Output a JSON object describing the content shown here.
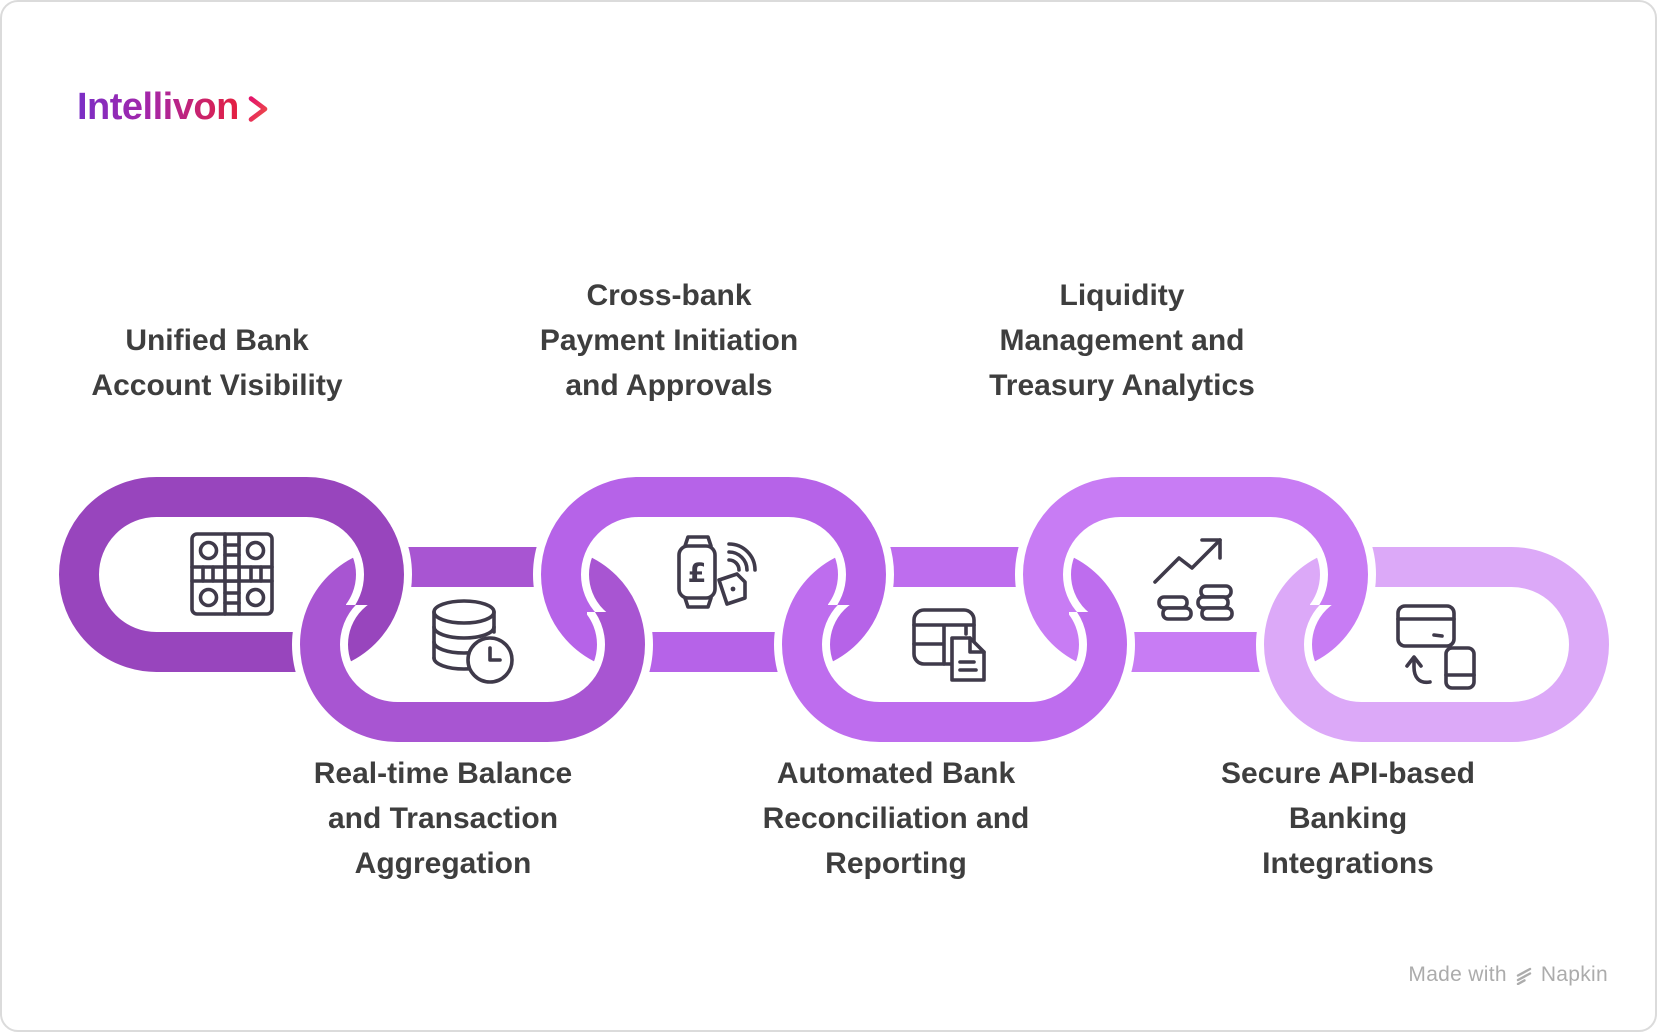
{
  "logo": {
    "text": "Intellivon"
  },
  "features": [
    {
      "title": "Unified Bank\nAccount Visibility",
      "icon": "unified-dashboard",
      "color": "#9845BD",
      "label_position": "top"
    },
    {
      "title": "Real-time Balance\nand Transaction\nAggregation",
      "icon": "database-clock",
      "color": "#A855D2",
      "label_position": "bottom"
    },
    {
      "title": "Cross-bank\nPayment Initiation\nand Approvals",
      "icon": "watch-payment",
      "color": "#B663E8",
      "label_position": "top"
    },
    {
      "title": "Automated Bank\nReconciliation and\nReporting",
      "icon": "table-document",
      "color": "#BE6DEE",
      "label_position": "bottom"
    },
    {
      "title": "Liquidity\nManagement and\nTreasury Analytics",
      "icon": "growth-coins",
      "color": "#C87CF4",
      "label_position": "top"
    },
    {
      "title": "Secure API-based\nBanking\nIntegrations",
      "icon": "card-phone-sync",
      "color": "#DCA9F8",
      "label_position": "bottom"
    }
  ],
  "watermark": {
    "prefix": "Made with",
    "brand": "Napkin"
  },
  "palette": {
    "background": "#FFFFFF",
    "canvas_border": "#DBDBDB",
    "label_text": "#3E3E3E",
    "icon_stroke": "#3F3A4A",
    "logo_gradient_start": "#7A2FC6",
    "logo_gradient_mid": "#A526A8",
    "logo_gradient_end": "#E5203F",
    "logo_chevron_start": "#E3156B",
    "logo_chevron_end": "#ED4D45",
    "watermark_gray": "#ACACAC"
  }
}
